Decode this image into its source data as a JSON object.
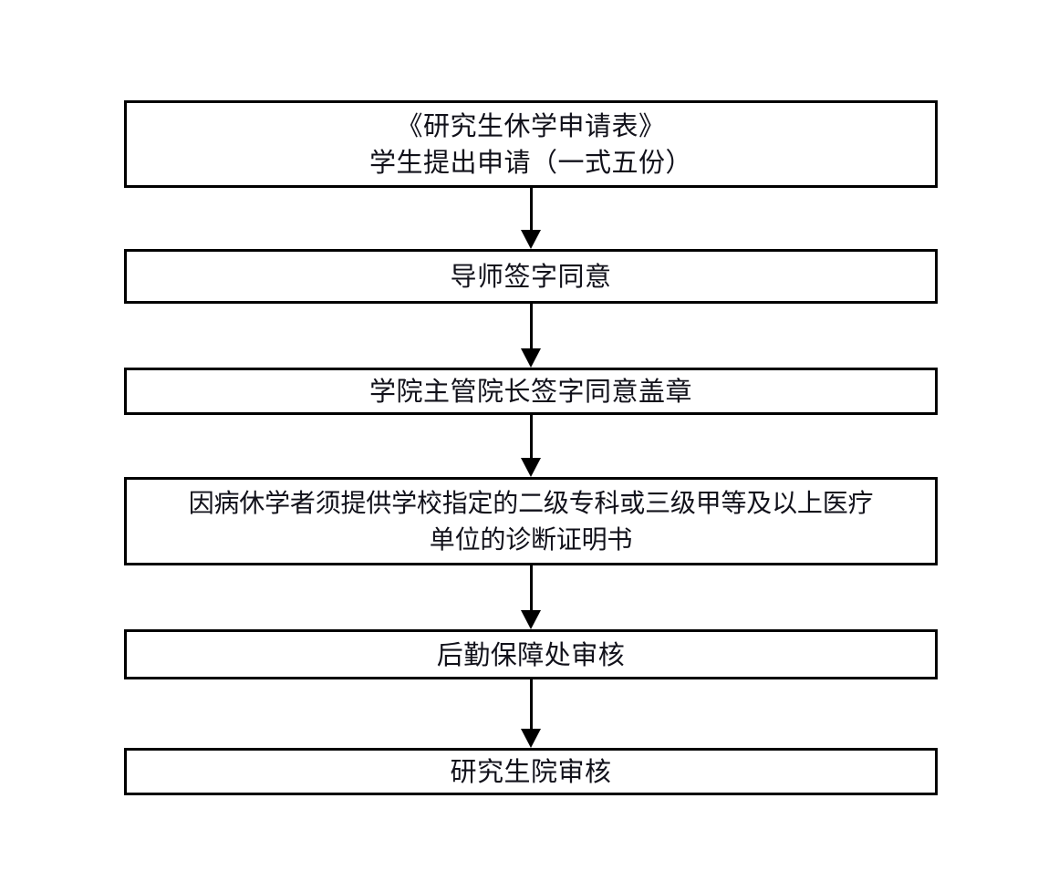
{
  "diagram": {
    "type": "flowchart",
    "orientation": "vertical-top-to-bottom",
    "background_color": "#ffffff",
    "line_color": "#000000",
    "text_color": "#11111a",
    "nodes": [
      {
        "id": "node-1",
        "shape": "rectangle",
        "lines": [
          "《研究生休学申请表》",
          "学生提出申请（一式五份）"
        ]
      },
      {
        "id": "node-2",
        "shape": "rectangle",
        "lines": [
          "导师签字同意"
        ]
      },
      {
        "id": "node-3",
        "shape": "rectangle",
        "lines": [
          "学院主管院长签字同意盖章"
        ]
      },
      {
        "id": "node-4",
        "shape": "rectangle",
        "lines": [
          "因病休学者须提供学校指定的二级专科或三级甲等及以上医疗",
          "单位的诊断证明书"
        ]
      },
      {
        "id": "node-5",
        "shape": "rectangle",
        "lines": [
          "后勤保障处审核"
        ]
      },
      {
        "id": "node-6",
        "shape": "rectangle",
        "lines": [
          "研究生院审核"
        ]
      }
    ],
    "edges": [
      {
        "id": "edge-1-2",
        "from": "node-1",
        "to": "node-2",
        "style": "solid-arrow"
      },
      {
        "id": "edge-2-3",
        "from": "node-2",
        "to": "node-3",
        "style": "solid-arrow"
      },
      {
        "id": "edge-3-4",
        "from": "node-3",
        "to": "node-4",
        "style": "solid-arrow"
      },
      {
        "id": "edge-4-5",
        "from": "node-4",
        "to": "node-5",
        "style": "solid-arrow"
      },
      {
        "id": "edge-5-6",
        "from": "node-5",
        "to": "node-6",
        "style": "solid-arrow"
      }
    ]
  }
}
